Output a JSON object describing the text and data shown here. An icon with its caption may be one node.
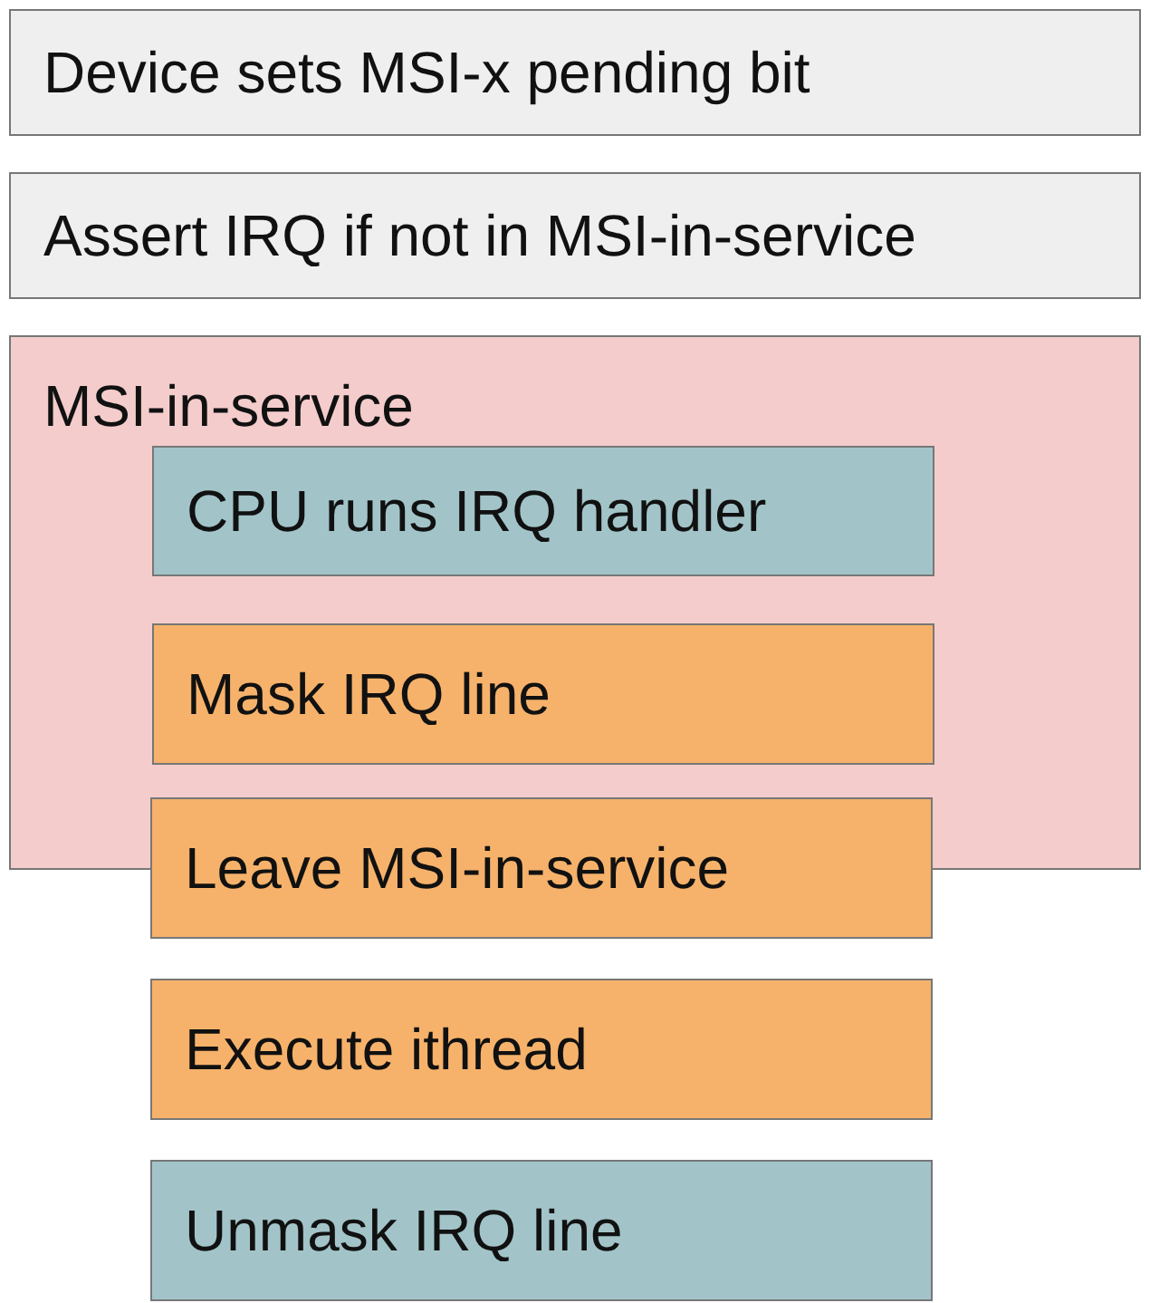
{
  "diagram": {
    "nodes": [
      {
        "text": [
          "Device sets MSI-x pending bit"
        ]
      },
      {
        "text": [
          "Assert IRQ if not in MSI-in-service"
        ]
      },
      {
        "text": [
          "MSI-in-service"
        ]
      },
      {
        "text": [
          "CPU runs IRQ handler"
        ],
        "in": 2
      },
      {
        "text": [
          "Mask IRQ line"
        ],
        "in": 2
      },
      {
        "text": [
          "Leave MSI-in-service"
        ]
      },
      {
        "text": [
          "Execute ithread"
        ]
      },
      {
        "text": [
          "Unmask IRQ line"
        ]
      }
    ]
  }
}
